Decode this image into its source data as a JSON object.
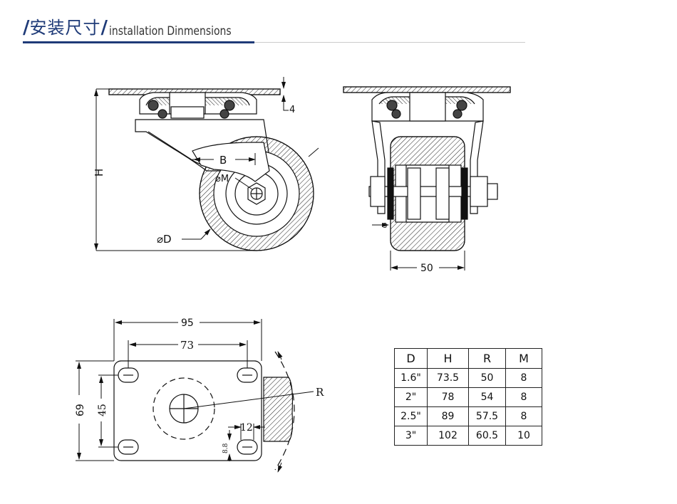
{
  "header": {
    "slash": "/",
    "title_cn": "安装尺寸",
    "title_en": "installation Dinmensions"
  },
  "labels": {
    "four": "4",
    "H": "H",
    "B": "B",
    "M": "⌀M",
    "D": "⌀D",
    "fifty": "50",
    "three": "3",
    "ninety_five": "95",
    "seventy_three": "73",
    "sixty_nine": "69",
    "forty_five": "45",
    "twelve": "12",
    "eight": "8.8",
    "R": "R"
  },
  "table": {
    "headers": [
      "D",
      "H",
      "R",
      "M"
    ],
    "rows": [
      [
        "1.6\"",
        "73.5",
        "50",
        "8"
      ],
      [
        "2\"",
        "78",
        "54",
        "8"
      ],
      [
        "2.5\"",
        "89",
        "57.5",
        "8"
      ],
      [
        "3\"",
        "102",
        "60.5",
        "10"
      ]
    ]
  }
}
